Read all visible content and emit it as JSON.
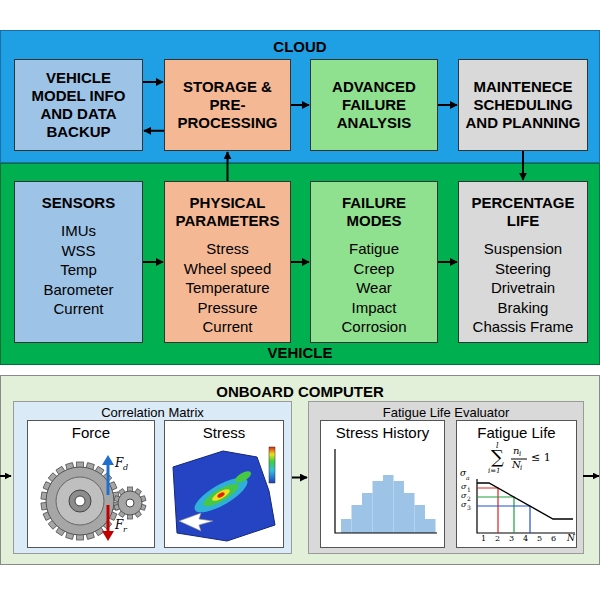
{
  "diagram": {
    "nodes": [
      {
        "text": [
          "CLOUD"
        ]
      },
      {
        "text": [
          "VEHICLE MODEL INFO AND DATA BACKUP"
        ],
        "in": 0
      },
      {
        "text": [
          "STORAGE & PRE-PROCESSING"
        ],
        "in": 0
      },
      {
        "text": [
          "ADVANCED FAILURE ANALYSIS"
        ],
        "in": 0
      },
      {
        "text": [
          "MAINTENECE SCHEDULING AND PLANNING"
        ],
        "in": 0
      },
      {
        "text": [
          "VEHICLE"
        ]
      },
      {
        "text": [
          "SENSORS",
          "IMUs",
          "WSS",
          "Temp",
          "Barometer",
          "Current"
        ],
        "in": 5
      },
      {
        "text": [
          "PHYSICAL PARAMETERS",
          "Stress",
          "Wheel speed",
          "Temperature",
          "Pressure",
          "Current"
        ],
        "in": 5
      },
      {
        "text": [
          "FAILURE MODES",
          "Fatigue",
          "Creep",
          "Wear",
          "Impact",
          "Corrosion"
        ],
        "in": 5
      },
      {
        "text": [
          "PERCENTAGE LIFE",
          "Suspension",
          "Steering",
          "Drivetrain",
          "Braking",
          "Chassis Frame"
        ],
        "in": 5
      },
      {
        "text": [
          "ONBOARD COMPUTER"
        ]
      },
      {
        "text": [
          "Correlation Matrix"
        ],
        "in": 10
      },
      {
        "text": [
          "Force"
        ],
        "in": 11
      },
      {
        "text": [
          "Stress"
        ],
        "in": 11
      },
      {
        "text": [
          "Fatigue Life Evaluator"
        ],
        "in": 10
      },
      {
        "text": [
          "Stress History"
        ],
        "in": 14
      },
      {
        "text": [
          "Fatigue Life"
        ],
        "in": 14
      }
    ],
    "edges": [
      {
        "from": 1,
        "to": 2,
        "arrow": "to"
      },
      {
        "from": 2,
        "to": 1,
        "arrow": "to"
      },
      {
        "from": 2,
        "to": 3,
        "arrow": "to"
      },
      {
        "from": 3,
        "to": 4,
        "arrow": "to"
      },
      {
        "from": 4,
        "to": 9,
        "arrow": "to"
      },
      {
        "from": 7,
        "to": 2,
        "arrow": "to"
      },
      {
        "from": 6,
        "to": 7,
        "arrow": "to"
      },
      {
        "from": 7,
        "to": 8,
        "arrow": "to"
      },
      {
        "from": 8,
        "to": 9,
        "arrow": "to"
      },
      {
        "from": 11,
        "to": 14,
        "arrow": "to"
      }
    ],
    "labels": [
      "F",
      "d",
      "F",
      "r",
      "∑",
      "l",
      "i=1",
      "n",
      "i",
      "N",
      "i",
      "≤ 1",
      "σ",
      "a",
      "σ",
      "1",
      "σ",
      "2",
      "σ",
      "3",
      "1",
      "2",
      "3",
      "4",
      "5",
      "6",
      "N"
    ]
  }
}
